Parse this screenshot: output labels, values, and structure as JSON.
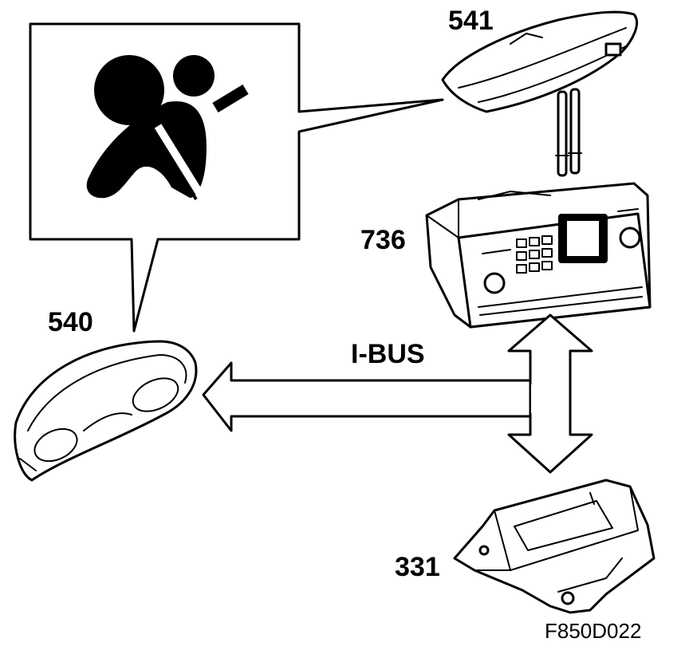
{
  "labels": {
    "cluster": "540",
    "rear_module": "541",
    "radio": "736",
    "airbag_module": "331",
    "bus": "I-BUS"
  },
  "figure_code": "F850D022",
  "icons": {
    "callout": "airbag-warning-icon",
    "cluster": "instrument-cluster-icon",
    "rear_module": "roof-console-icon",
    "radio": "audio-unit-icon",
    "airbag_module": "airbag-control-module-icon"
  }
}
